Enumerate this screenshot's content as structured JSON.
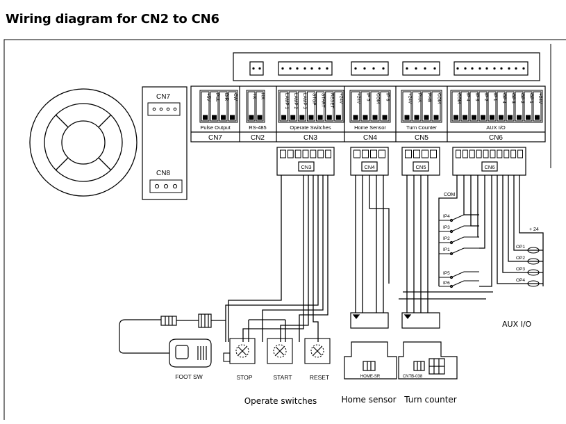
{
  "title": "Wiring diagram for CN2 to CN6",
  "connectors": {
    "cn7": {
      "label": "CN7",
      "group": "Pulse Output",
      "pins": [
        "+5V",
        "PUL",
        "DIR",
        "CW"
      ]
    },
    "cn2": {
      "label": "CN2",
      "group": "RS-485",
      "pins": [
        "TX",
        "RX"
      ]
    },
    "cn3": {
      "label": "CN3",
      "group": "Operate Switches",
      "pins": [
        "LAMP 1",
        "LAMP 2",
        "LAMP 3",
        "STOP",
        "START",
        "RESET",
        "+24V"
      ]
    },
    "cn4": {
      "label": "CN4",
      "group": "Home Sensor",
      "pins": [
        "+24V",
        "IP 5",
        "COM",
        "IP 6"
      ]
    },
    "cn5": {
      "label": "CN5",
      "group": "Turn Counter",
      "pins": [
        "+24V",
        "PHA",
        "PHB",
        "COM"
      ]
    },
    "cn6": {
      "label": "CN6",
      "group": "AUX I/O",
      "pins": [
        "COM",
        "IP 4",
        "IP 3",
        "IP 2",
        "IP 1",
        "OP 4",
        "OP 3",
        "OP 2",
        "OP 1",
        "+24V"
      ]
    }
  },
  "side_connectors": {
    "cn7": "CN7",
    "cn8": "CN8"
  },
  "plug_labels": {
    "cn3": "CN3",
    "cn4": "CN4",
    "cn5": "CN5",
    "cn6": "CN6"
  },
  "aux": {
    "com": "COM",
    "inputs": [
      "IP4",
      "IP3",
      "IP2",
      "IP1",
      "IP5",
      "IP6"
    ],
    "plus24": "+ 24",
    "outputs": [
      "OP1",
      "OP2",
      "OP3",
      "OP4"
    ],
    "label": "AUX I/O"
  },
  "devices": {
    "foot_sw": "FOOT SW",
    "stop": "STOP",
    "start": "START",
    "reset": "RESET",
    "home_sr": "HOME-SR",
    "cntb": "CNTB-038"
  },
  "captions": {
    "operate_switches": "Operate switches",
    "home_sensor": "Home sensor",
    "turn_counter": "Turn counter"
  },
  "colors": {
    "line": "#000000",
    "background": "#ffffff"
  }
}
